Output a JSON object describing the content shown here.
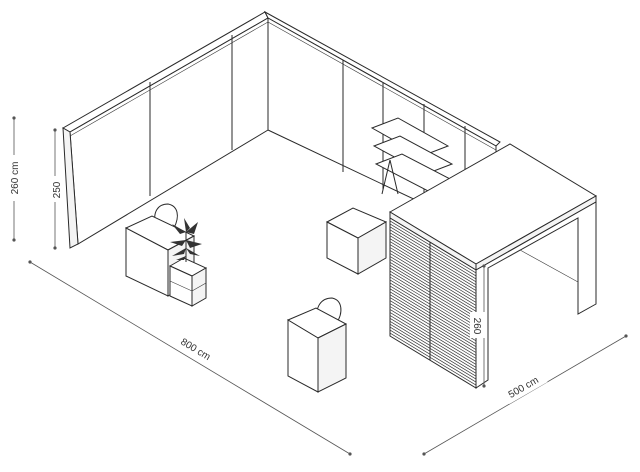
{
  "dimensions": {
    "wall_height_left": "260 cm",
    "panel_height": "250",
    "width": "800 cm",
    "depth": "500 cm",
    "booth_height": "260"
  },
  "colors": {
    "line": "#2a2a2a",
    "dimension": "#555555",
    "background": "#ffffff",
    "plant": "#333333"
  }
}
